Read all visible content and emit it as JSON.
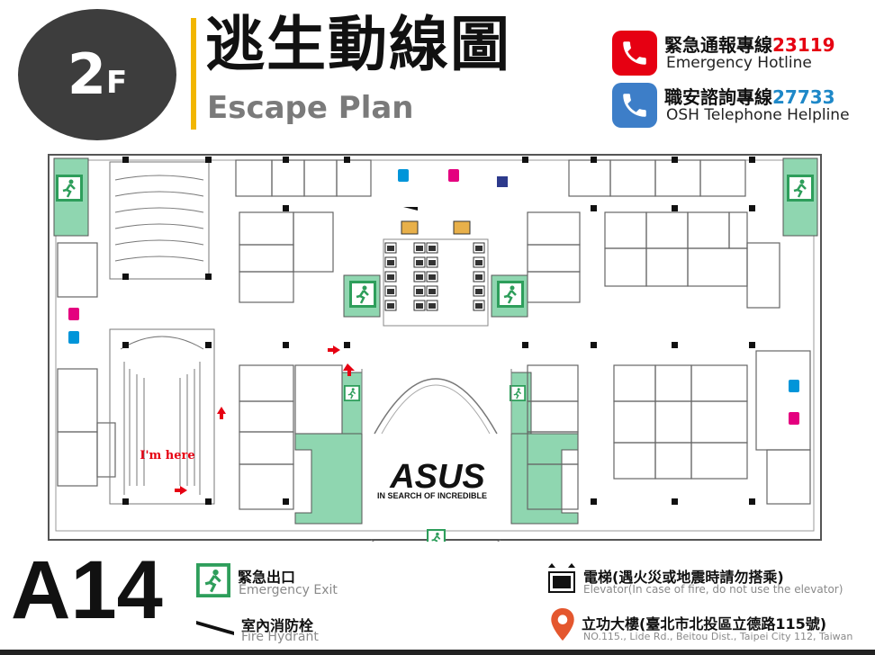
{
  "header": {
    "floor_number": "2",
    "floor_suffix": "F",
    "title_zh": "逃生動線圖",
    "title_en": "Escape Plan"
  },
  "hotlines": [
    {
      "label_zh": "緊急通報專線",
      "number": "23119",
      "label_en": "Emergency Hotline",
      "color": "#e60012"
    },
    {
      "label_zh": "職安諮詢專線",
      "number": "27733",
      "label_en": "OSH Telephone Helpline",
      "color": "#1e88c8"
    }
  ],
  "plan": {
    "brand": "ASUS",
    "tagline": "IN SEARCH OF INCREDIBLE",
    "you_are_here": "I'm here",
    "colors": {
      "exit_green": "#8fd6b0",
      "exit_sign": "#2e9e5b",
      "arrow_red": "#e60012",
      "female": "#e4007f",
      "male": "#0095d9",
      "accessible": "#2d3a8c"
    }
  },
  "building_code": "A14",
  "legend": {
    "exit_zh": "緊急出口",
    "exit_en": "Emergency Exit",
    "hydrant_zh": "室內消防栓",
    "hydrant_en": "Fire Hydrant",
    "elevator_zh": "電梯(遇火災或地震時請勿搭乘)",
    "elevator_en": "Elevator(In case of fire, do not use the elevator)",
    "address_zh": "立功大樓(臺北市北投區立德路115號)",
    "address_en": "NO.115., Lide Rd., Beitou Dist., Taipei City 112, Taiwan"
  }
}
